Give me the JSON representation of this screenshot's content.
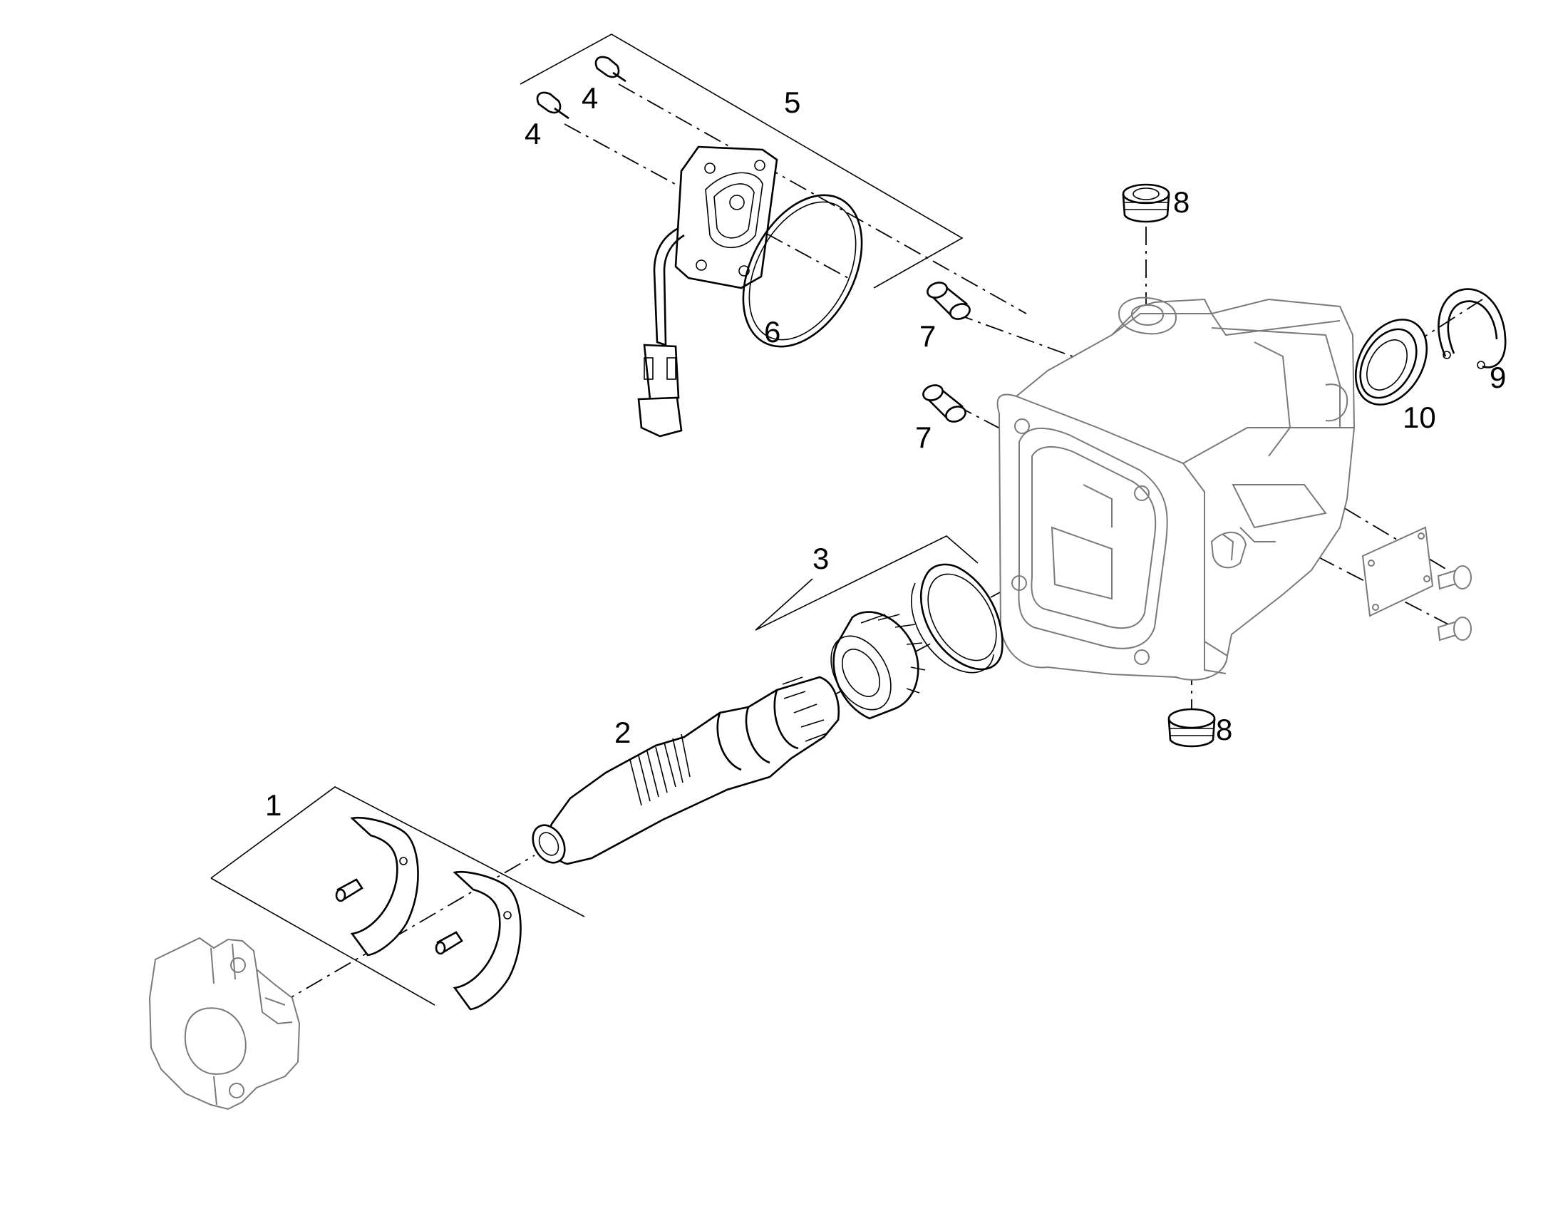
{
  "callouts": {
    "c1": "1",
    "c2": "2",
    "c3": "3",
    "c4a": "4",
    "c4b": "4",
    "c5": "5",
    "c6": "6",
    "c7a": "7",
    "c7b": "7",
    "c8a": "8",
    "c8b": "8",
    "c9": "9",
    "c10": "10"
  },
  "colors": {
    "line": "#000000",
    "housing_outline": "#7a7a7a",
    "background": "#ffffff"
  }
}
